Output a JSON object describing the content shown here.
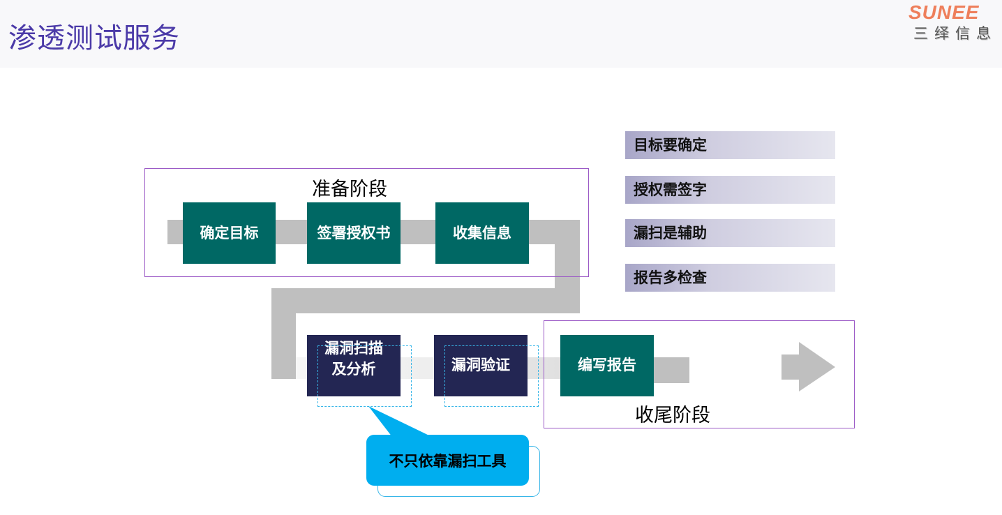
{
  "header": {
    "title": "渗透测试服务",
    "logo_en": "SUNEE",
    "logo_cn": "三绎信息"
  },
  "phases": {
    "prepare": {
      "label": "准备阶段"
    },
    "finish": {
      "label": "收尾阶段"
    }
  },
  "steps": [
    {
      "label": "确定目标"
    },
    {
      "label": "签署授权书"
    },
    {
      "label": "收集信息"
    },
    {
      "label": "漏洞扫描及分析",
      "line1": "漏洞扫描",
      "line2": "及分析"
    },
    {
      "label": "漏洞验证"
    },
    {
      "label": "编写报告"
    }
  ],
  "tips": [
    {
      "label": "目标要确定"
    },
    {
      "label": "授权需签字"
    },
    {
      "label": "漏扫是辅助"
    },
    {
      "label": "报告多检查"
    }
  ],
  "callout": {
    "label": "不只依靠漏扫工具"
  },
  "colors": {
    "title": "#4b3aa8",
    "teal_step": "#006864",
    "navy_step": "#232653",
    "callout": "#00aeef",
    "frame": "#9b59c6",
    "connector": "#bfbfbf",
    "logo": "#ee7f5b"
  }
}
